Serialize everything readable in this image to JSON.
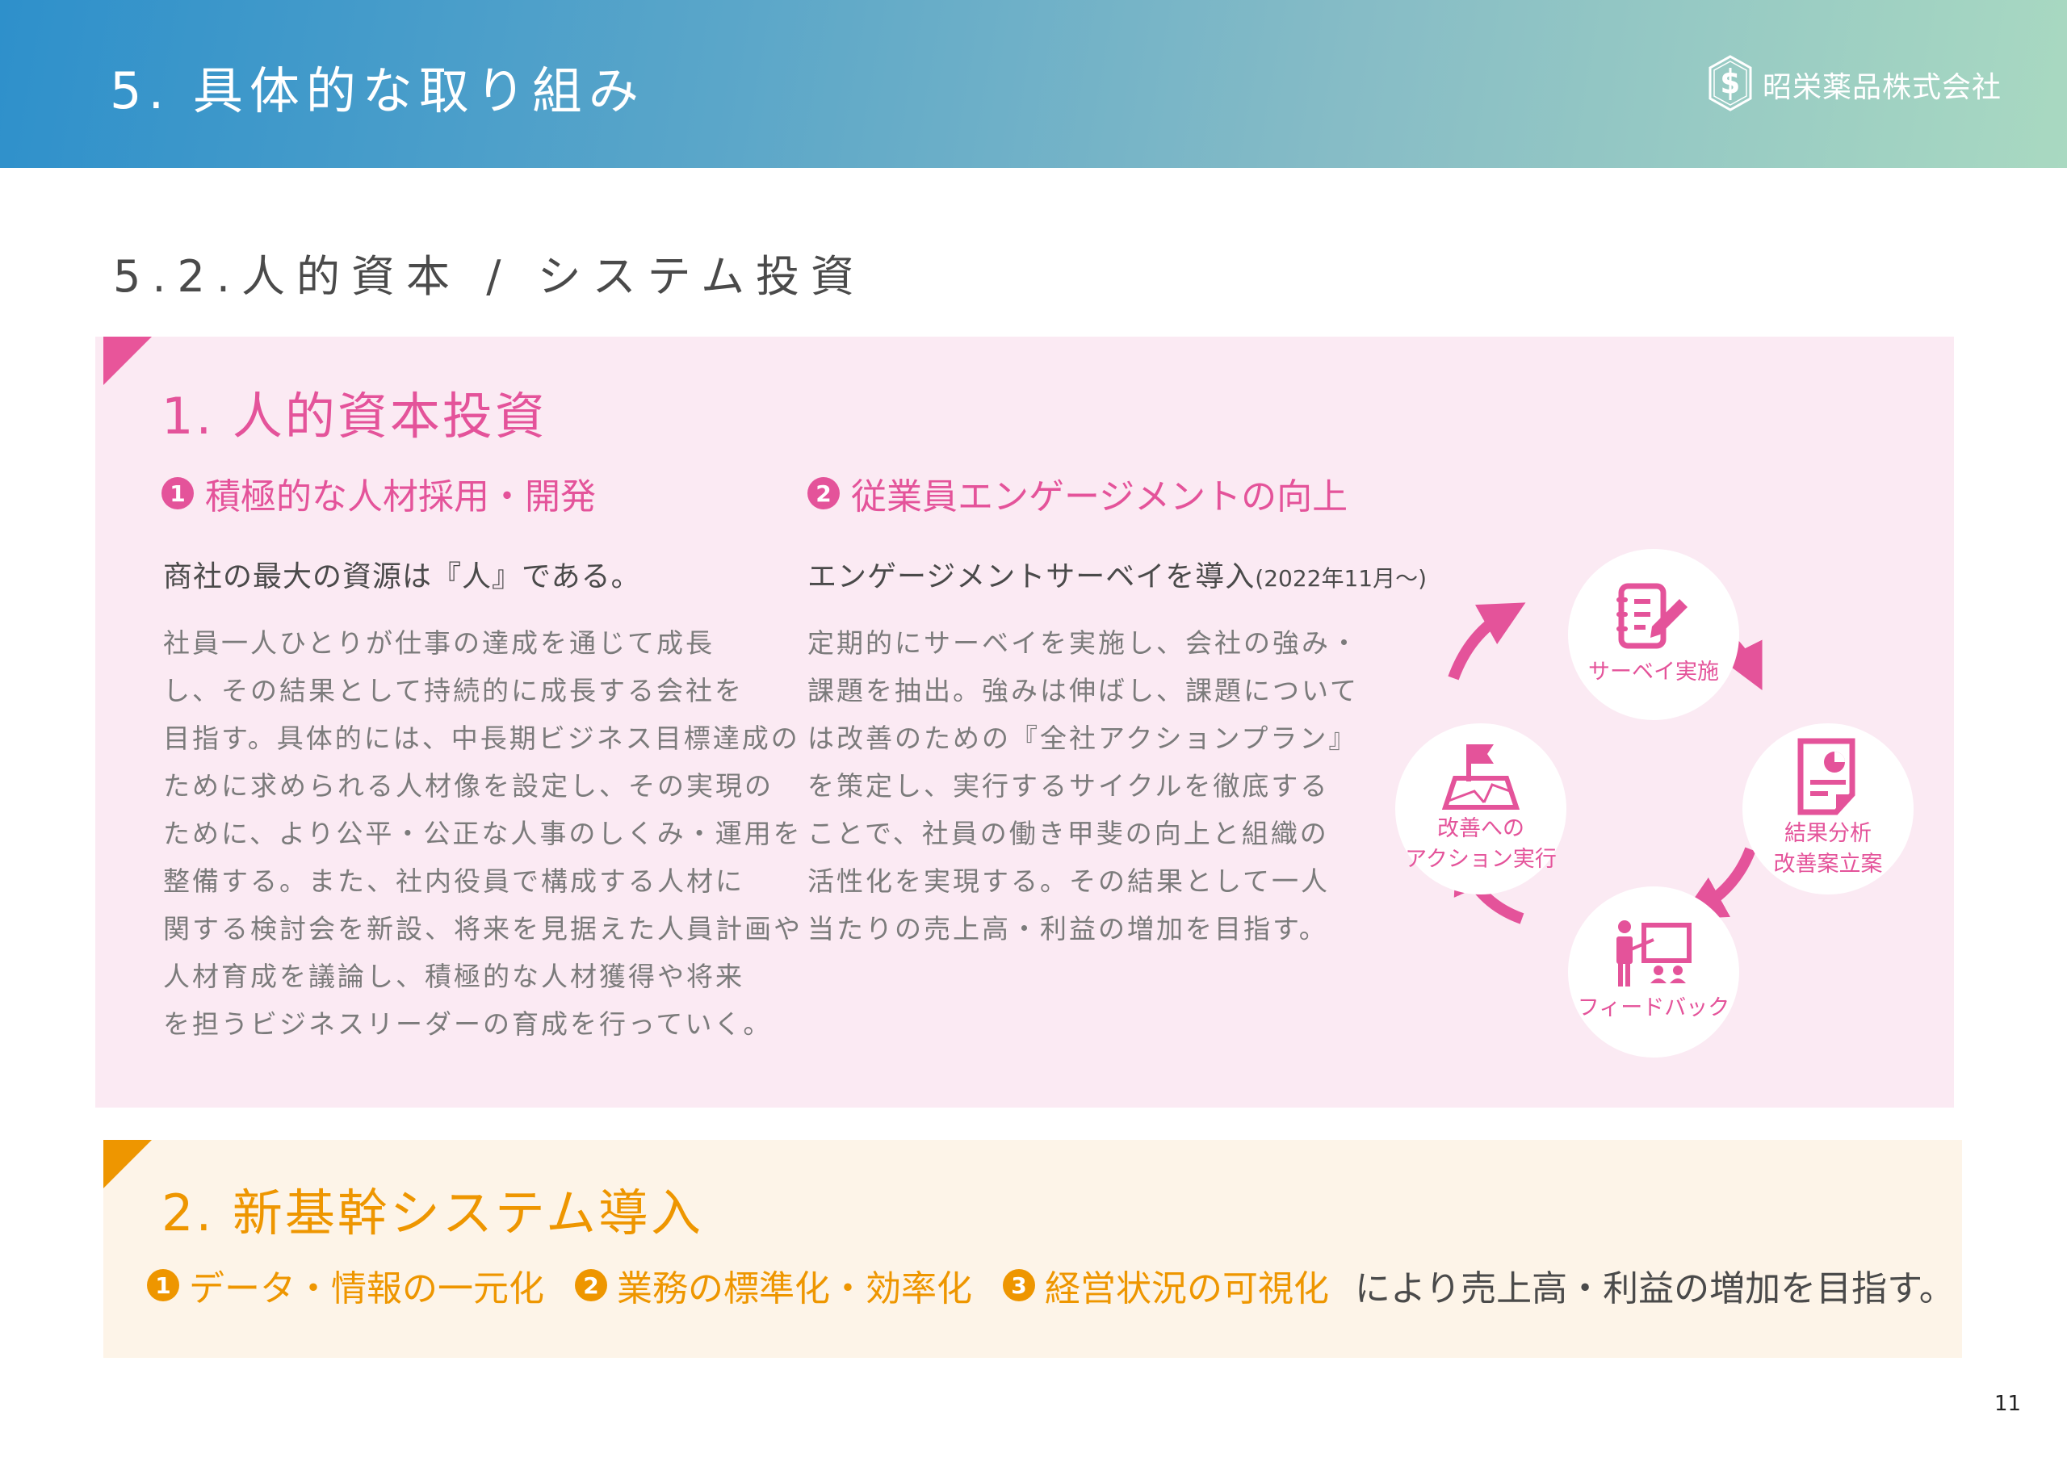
{
  "header": {
    "title": "5. 具体的な取り組み",
    "company_name": "昭栄薬品株式会社",
    "logo_icon": "hexagon-s-logo"
  },
  "section_title": "5.2.人的資本 / システム投資",
  "human_capital": {
    "title": "1. 人的資本投資",
    "accent_color": "#E4539A",
    "background_color": "#FBEAF3",
    "item1": {
      "number": "1",
      "heading": "積極的な人材採用・開発",
      "lead": "商社の最大の資源は『人』である。",
      "body_lines": [
        "社員一人ひとりが仕事の達成を通じて成長",
        "し、その結果として持続的に成長する会社を",
        "目指す。具体的には、中長期ビジネス目標達成の",
        "ために求められる人材像を設定し、その実現の",
        "ために、より公平・公正な人事のしくみ・運用を",
        "整備する。また、社内役員で構成する人材に",
        "関する検討会を新設、将来を見据えた人員計画や",
        "人材育成を議論し、積極的な人材獲得や将来",
        "を担うビジネスリーダーの育成を行っていく。"
      ]
    },
    "item2": {
      "number": "2",
      "heading": "従業員エンゲージメントの向上",
      "lead": "エンゲージメントサーベイを導入",
      "lead_note": "(2022年11月〜)",
      "body_lines": [
        "定期的にサーベイを実施し、会社の強み・",
        "課題を抽出。強みは伸ばし、課題について",
        "は改善のための『全社アクションプラン』",
        "を策定し、実行するサイクルを徹底する",
        "ことで、社員の働き甲斐の向上と組織の",
        "活性化を実現する。その結果として一人",
        "当たりの売上高・利益の増加を目指す。"
      ]
    },
    "cycle": [
      {
        "label": "サーベイ実施",
        "icon": "survey-clipboard-pencil-icon"
      },
      {
        "label": "結果分析\n改善案立案",
        "label_lines": [
          "結果分析",
          "改善案立案"
        ],
        "icon": "report-pie-chart-icon"
      },
      {
        "label": "フィードバック",
        "icon": "presenter-whiteboard-icon"
      },
      {
        "label": "改善への\nアクション実行",
        "label_lines": [
          "改善への",
          "アクション実行"
        ],
        "icon": "flag-map-icon"
      }
    ]
  },
  "system": {
    "title": "2. 新基幹システム導入",
    "accent_color": "#EE9600",
    "background_color": "#FDF4E8",
    "items": [
      {
        "number": "1",
        "label": "データ・情報の一元化"
      },
      {
        "number": "2",
        "label": "業務の標準化・効率化"
      },
      {
        "number": "3",
        "label": "経営状況の可視化"
      }
    ],
    "tail": "により売上高・利益の増加を目指す。"
  },
  "page_number": "11"
}
